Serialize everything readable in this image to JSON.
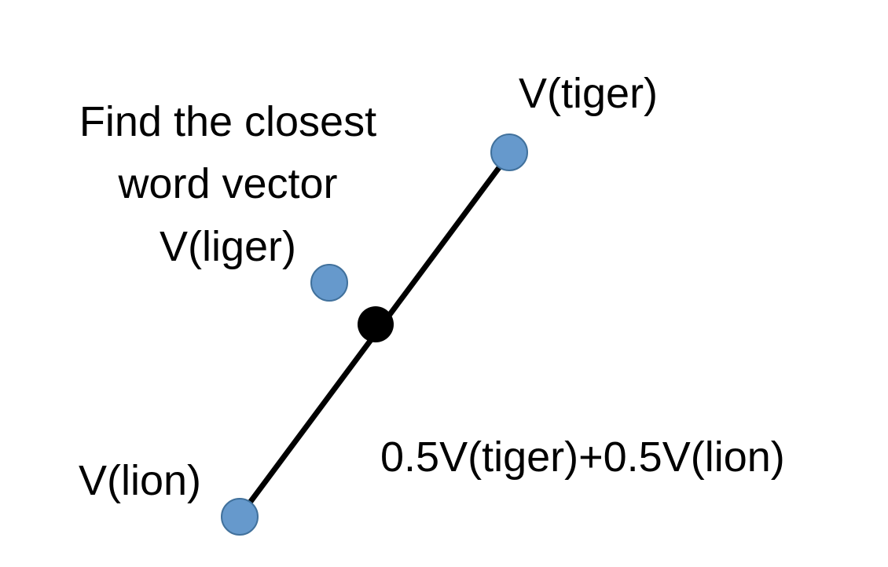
{
  "annotation": {
    "lines": [
      "Find the closest",
      "word vector",
      "V(liger)"
    ]
  },
  "labels": {
    "tiger": "V(tiger)",
    "lion": "V(lion)",
    "midpoint": "0.5V(tiger)+0.5V(lion)"
  },
  "colors": {
    "word_point": "#6699CC",
    "word_point_stroke": "#41719C",
    "midpoint": "#000000",
    "segment": "#000000"
  }
}
